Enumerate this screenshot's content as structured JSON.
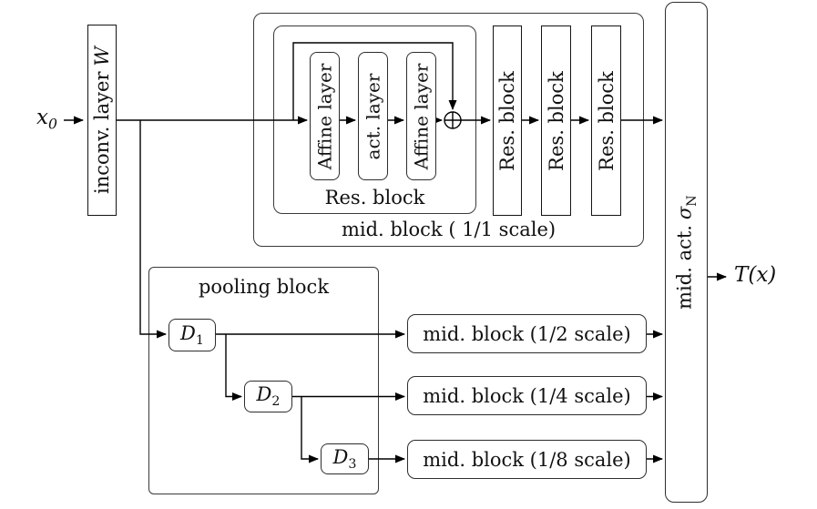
{
  "diagram": {
    "input": {
      "var": "x",
      "sub": "0"
    },
    "inconv_layer": {
      "text": "inconv. layer",
      "var": "W"
    },
    "mid_block_full": {
      "caption": "mid. block ( 1/1 scale)",
      "res_block_detail": {
        "caption": "Res. block",
        "affine1": "Affine layer",
        "act": "act. layer",
        "affine2": "Affine layer",
        "sum_icon": "⊕"
      },
      "res_blocks": [
        "Res. block",
        "Res. block",
        "Res. block"
      ]
    },
    "mid_act": {
      "text": "mid. act.",
      "var": "σ",
      "sub": "N"
    },
    "output": {
      "var": "T(x)"
    },
    "pooling_block": {
      "caption": "pooling block",
      "down_nodes": [
        {
          "var": "D",
          "sub": "1"
        },
        {
          "var": "D",
          "sub": "2"
        },
        {
          "var": "D",
          "sub": "3"
        }
      ]
    },
    "scale_blocks": [
      {
        "label": "mid. block (1/2 scale)"
      },
      {
        "label": "mid. block (1/4 scale)"
      },
      {
        "label": "mid. block (1/8 scale)"
      }
    ]
  }
}
